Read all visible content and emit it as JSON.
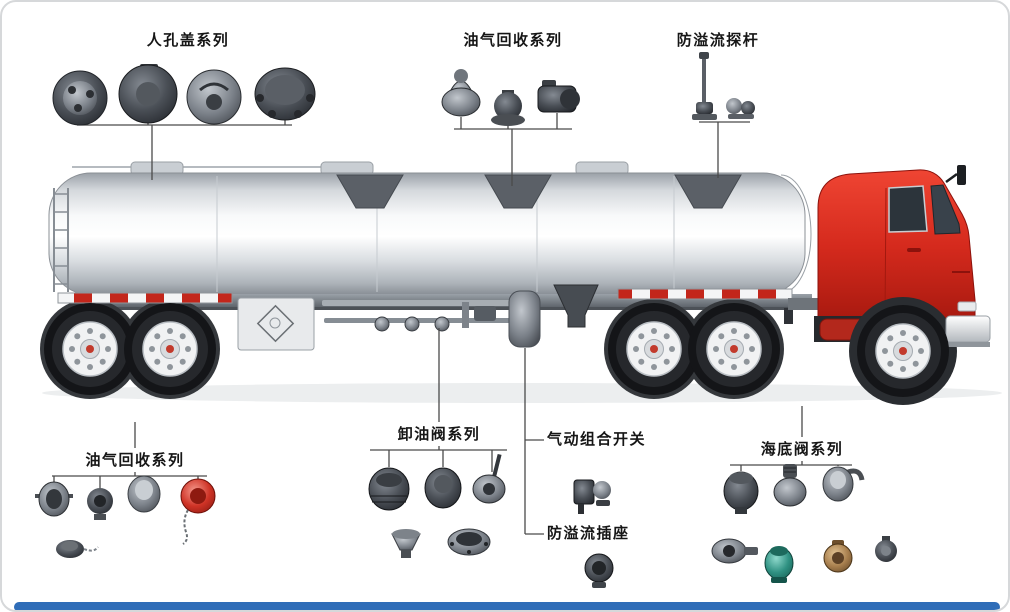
{
  "labels": {
    "manhole": "人孔盖系列",
    "vapor_recovery_top": "油气回收系列",
    "overflow_probe": "防溢流探杆",
    "vapor_recovery_bottom": "油气回收系列",
    "unloading_valve": "卸油阀系列",
    "pneumatic_switch": "气动组合开关",
    "overflow_socket": "防溢流插座",
    "bottom_valve": "海底阀系列"
  },
  "colors": {
    "cab_red": "#d52a1d",
    "guard_stripe_red": "#c3261b",
    "footer_blue": "#2f6db8",
    "callout_line": "#4a4a4a",
    "tank_silver": "#d9dde1",
    "background": "#ffffff"
  }
}
